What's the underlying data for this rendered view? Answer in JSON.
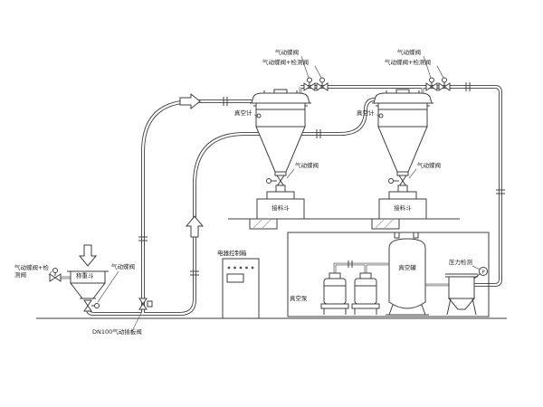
{
  "diagram": {
    "type": "pneumatic-vacuum-conveying-system-pid",
    "colors": {
      "line": "#3f3f3f",
      "label": "#1d1d1d",
      "background": "#ffffff"
    },
    "labels": {
      "butterfly_valve": "气动蝶阀",
      "butterfly_check_valve": "气动蝶阀+检测阀",
      "vacuum_gauge": "真空计",
      "weigh_hopper": "称重斗",
      "gate_valve": "DN100气动插板阀",
      "control_box": "电器控制箱",
      "vacuum_pump": "真空泵",
      "vacuum_tank": "真空罐",
      "pressure_detect": "压力检测",
      "receive_hopper": "接料斗",
      "pressure_symbol": "P"
    }
  }
}
